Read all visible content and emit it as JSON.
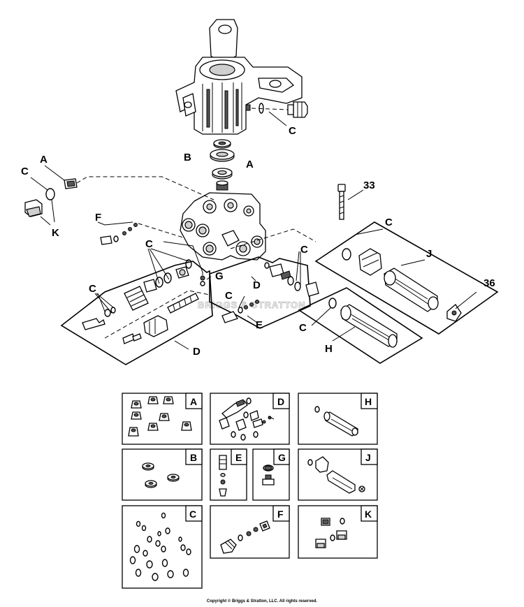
{
  "callouts": {
    "a_top": "A",
    "a_left": "A",
    "b": "B",
    "c_top_right": "C",
    "c_left": "C",
    "c_mid": "C",
    "c_lower_left": "C",
    "c_center": "C",
    "c_center2": "C",
    "c_right_upper": "C",
    "c_right_lower": "C",
    "k": "K",
    "f": "F",
    "g": "G",
    "d_center": "D",
    "d_bottom": "D",
    "e": "E",
    "h": "H",
    "j": "J",
    "n33": "33",
    "n36": "36"
  },
  "watermark": "BRIGGS & STRATTON",
  "kits": [
    {
      "letter": "A"
    },
    {
      "letter": "D"
    },
    {
      "letter": "H"
    },
    {
      "letter": "B"
    },
    {
      "letter": "E"
    },
    {
      "letter": "G"
    },
    {
      "letter": "J"
    },
    {
      "letter": "C"
    },
    {
      "letter": "F"
    },
    {
      "letter": "K"
    }
  ],
  "copyright": "Copyright © Briggs & Stratton, LLC. All rights reserved."
}
